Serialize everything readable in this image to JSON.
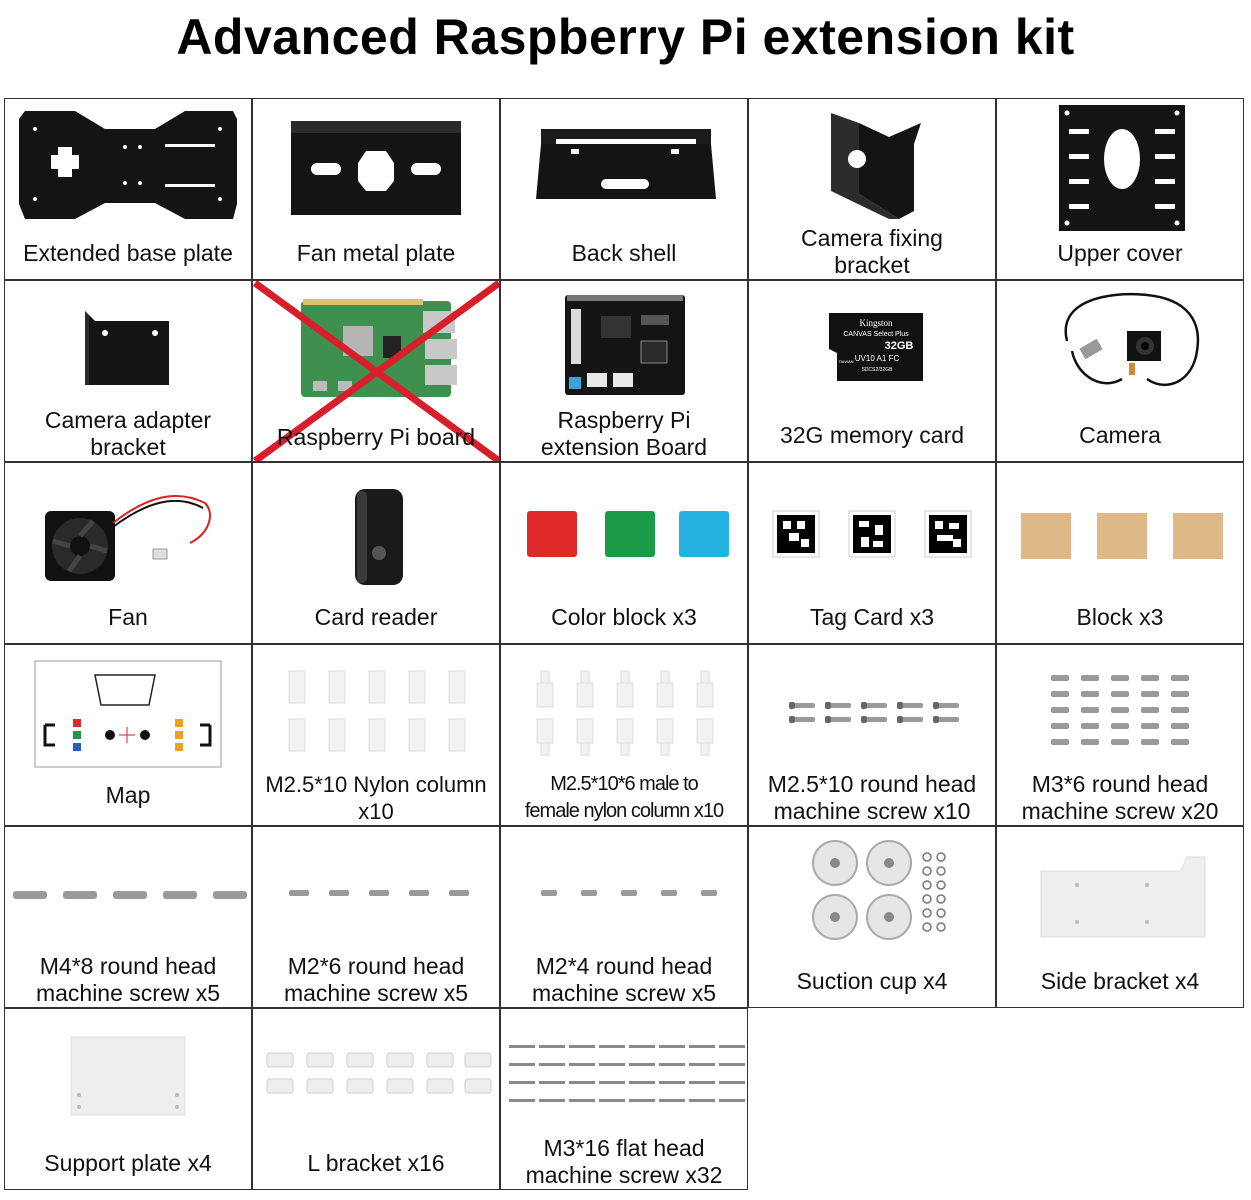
{
  "title": "Advanced Raspberry Pi extension kit",
  "items": [
    {
      "label": "Extended base plate",
      "icon": "base-plate-icon"
    },
    {
      "label": "Fan metal plate",
      "icon": "fan-plate-icon"
    },
    {
      "label": "Back shell",
      "icon": "back-shell-icon"
    },
    {
      "label": "Camera fixing\nbracket",
      "icon": "camera-bracket-icon"
    },
    {
      "label": "Upper cover",
      "icon": "upper-cover-icon"
    },
    {
      "label": "Camera adapter\nbracket",
      "icon": "adapter-bracket-icon"
    },
    {
      "label": "Raspberry Pi board",
      "icon": "raspberry-pi-board-icon",
      "crossed_out": true
    },
    {
      "label": "Raspberry Pi\nextension Board",
      "icon": "extension-board-icon"
    },
    {
      "label": "32G memory card",
      "icon": "memory-card-icon",
      "card_text": [
        "Kingston",
        "CANVAS Select Plus",
        "32GB",
        "UV10 A1 FC",
        "SDCS2/32GB",
        "TAIWAN"
      ]
    },
    {
      "label": "Camera",
      "icon": "camera-icon"
    },
    {
      "label": "Fan",
      "icon": "fan-icon"
    },
    {
      "label": "Card reader",
      "icon": "card-reader-icon"
    },
    {
      "label": "Color block x3",
      "icon": "color-block-icon"
    },
    {
      "label": "Tag Card x3",
      "icon": "tag-card-icon"
    },
    {
      "label": "Block x3",
      "icon": "block-icon"
    },
    {
      "label": "Map",
      "icon": "map-icon"
    },
    {
      "label": "M2.5*10 Nylon column\nx10",
      "icon": "nylon-column-icon"
    },
    {
      "label": "M2.5*10*6 male to\nfemale nylon column x10",
      "icon": "male-female-column-icon"
    },
    {
      "label": "M2.5*10 round head\nmachine screw x10",
      "icon": "screw-icon"
    },
    {
      "label": "M3*6 round head\nmachine screw x20",
      "icon": "screw-icon"
    },
    {
      "label": "M4*8 round head\nmachine screw x5",
      "icon": "screw-icon"
    },
    {
      "label": "M2*6 round head\nmachine screw x5",
      "icon": "screw-icon"
    },
    {
      "label": "M2*4 round head\nmachine screw x5",
      "icon": "screw-icon"
    },
    {
      "label": "Suction cup x4",
      "icon": "suction-cup-icon"
    },
    {
      "label": "Side bracket x4",
      "icon": "side-bracket-icon"
    },
    {
      "label": "Support plate x4",
      "icon": "support-plate-icon"
    },
    {
      "label": "L bracket x16",
      "icon": "l-bracket-icon"
    },
    {
      "label": "M3*16 flat head\nmachine screw x32",
      "icon": "flat-screw-icon"
    }
  ],
  "colors": {
    "metal": "#141414",
    "cross": "#d81e2a",
    "pcb_green": "#3f8f4f",
    "block_red": "#e02a2a",
    "block_green": "#1a9b47",
    "block_blue": "#23b2e0",
    "block_tan": "#dfb888"
  }
}
